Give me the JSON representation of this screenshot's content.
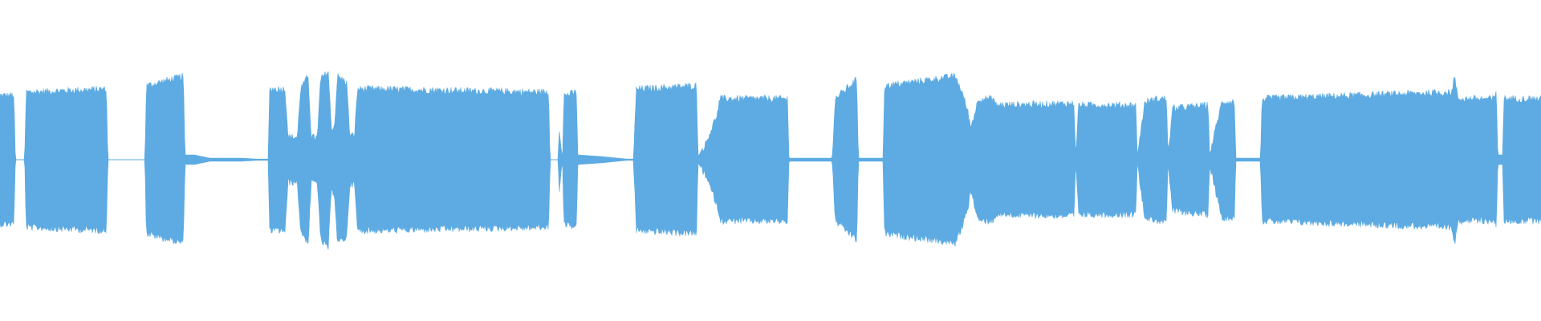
{
  "waveform": {
    "color": "#5dabe2",
    "background": "#ffffff",
    "envelope": [
      [
        0.0,
        0.4
      ],
      [
        0.009,
        0.4
      ],
      [
        0.01,
        0.0
      ],
      [
        0.016,
        0.0
      ],
      [
        0.017,
        0.42
      ],
      [
        0.069,
        0.44
      ],
      [
        0.07,
        0.0
      ],
      [
        0.094,
        0.0
      ],
      [
        0.095,
        0.46
      ],
      [
        0.119,
        0.52
      ],
      [
        0.12,
        0.03
      ],
      [
        0.126,
        0.03
      ],
      [
        0.136,
        0.01
      ],
      [
        0.156,
        0.01
      ],
      [
        0.174,
        0.0
      ],
      [
        0.175,
        0.44
      ],
      [
        0.185,
        0.44
      ],
      [
        0.187,
        0.14
      ],
      [
        0.193,
        0.14
      ],
      [
        0.195,
        0.44
      ],
      [
        0.2,
        0.52
      ],
      [
        0.202,
        0.14
      ],
      [
        0.206,
        0.14
      ],
      [
        0.208,
        0.5
      ],
      [
        0.213,
        0.55
      ],
      [
        0.215,
        0.2
      ],
      [
        0.217,
        0.2
      ],
      [
        0.219,
        0.52
      ],
      [
        0.225,
        0.48
      ],
      [
        0.227,
        0.15
      ],
      [
        0.23,
        0.15
      ],
      [
        0.232,
        0.44
      ],
      [
        0.243,
        0.44
      ],
      [
        0.356,
        0.42
      ],
      [
        0.357,
        0.0
      ],
      [
        0.362,
        0.0
      ],
      [
        0.363,
        0.2
      ],
      [
        0.365,
        0.0
      ],
      [
        0.366,
        0.4
      ],
      [
        0.374,
        0.42
      ],
      [
        0.375,
        0.03
      ],
      [
        0.39,
        0.02
      ],
      [
        0.411,
        0.0
      ],
      [
        0.413,
        0.44
      ],
      [
        0.452,
        0.46
      ],
      [
        0.453,
        0.02
      ],
      [
        0.458,
        0.1
      ],
      [
        0.466,
        0.3
      ],
      [
        0.467,
        0.38
      ],
      [
        0.511,
        0.38
      ],
      [
        0.512,
        0.01
      ],
      [
        0.54,
        0.01
      ],
      [
        0.542,
        0.38
      ],
      [
        0.556,
        0.5
      ],
      [
        0.557,
        0.01
      ],
      [
        0.573,
        0.01
      ],
      [
        0.574,
        0.46
      ],
      [
        0.62,
        0.52
      ],
      [
        0.625,
        0.4
      ],
      [
        0.628,
        0.3
      ],
      [
        0.63,
        0.2
      ],
      [
        0.635,
        0.38
      ],
      [
        0.64,
        0.38
      ],
      [
        0.645,
        0.38
      ],
      [
        0.646,
        0.34
      ],
      [
        0.697,
        0.35
      ],
      [
        0.698,
        0.03
      ],
      [
        0.7,
        0.34
      ],
      [
        0.737,
        0.34
      ],
      [
        0.738,
        0.03
      ],
      [
        0.743,
        0.36
      ],
      [
        0.752,
        0.38
      ],
      [
        0.757,
        0.38
      ],
      [
        0.758,
        0.03
      ],
      [
        0.761,
        0.32
      ],
      [
        0.784,
        0.34
      ],
      [
        0.785,
        0.03
      ],
      [
        0.789,
        0.2
      ],
      [
        0.793,
        0.36
      ],
      [
        0.801,
        0.36
      ],
      [
        0.802,
        0.01
      ],
      [
        0.818,
        0.01
      ],
      [
        0.819,
        0.38
      ],
      [
        0.942,
        0.42
      ],
      [
        0.944,
        0.52
      ],
      [
        0.946,
        0.38
      ],
      [
        0.97,
        0.38
      ],
      [
        0.971,
        0.44
      ],
      [
        0.972,
        0.03
      ],
      [
        0.975,
        0.03
      ],
      [
        0.976,
        0.38
      ],
      [
        1.0,
        0.38
      ]
    ]
  }
}
